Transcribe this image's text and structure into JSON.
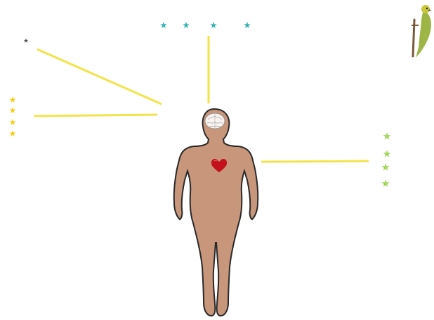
{
  "colors": {
    "background": "#ffffff",
    "connector_line": "#f3e34a",
    "star_teal": "#33b3b3",
    "star_yellow": "#f2cf12",
    "star_green": "#a4d65a",
    "star_dark": "#555555",
    "body_fill": "#c8977b",
    "body_outline": "#2a2a2a",
    "brain_fill": "#f6f3f1",
    "heart_fill": "#c4121c",
    "bird_body": "#9cb545",
    "bird_head": "#c8c63a",
    "perch": "#7a5a3a"
  },
  "icons": {
    "figure": "human-body-icon",
    "brain": "brain-icon",
    "heart": "heart-icon",
    "bird": "parrot-icon",
    "star": "star-icon"
  },
  "star_groups": {
    "top": {
      "color": "teal",
      "count": 4
    },
    "left": {
      "color": "yellow",
      "count": 4
    },
    "right": {
      "color": "green",
      "count": 4
    },
    "corner": {
      "color": "dark",
      "count": 1
    }
  }
}
